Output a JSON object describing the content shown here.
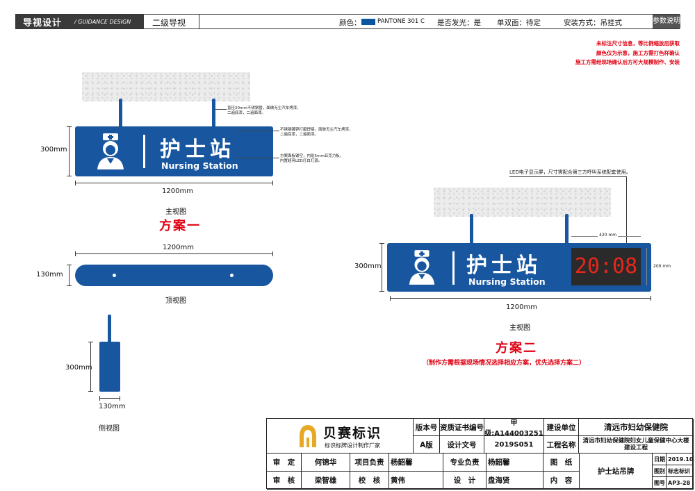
{
  "header": {
    "section": "导视设计",
    "section_en": "/ GUIDANCE DESIGN",
    "level": "二级导视",
    "color_label": "颜色：",
    "color_value": "PANTONE 301 C",
    "lit_label": "是否发光：是",
    "sides_label": "单双面：待定",
    "install_label": "安装方式：吊挂式",
    "params_button": "参数说明"
  },
  "notes": [
    "未标注尺寸信息，等比例缩放后获取",
    "颜色仅为示意，施工方需打色样确认",
    "施工方需经现场确认后方可大规模制作、安装"
  ],
  "sign": {
    "cn": "护士站",
    "en": "Nursing Station",
    "clock": "20:08"
  },
  "annotations": {
    "rod": [
      "直径20mm不锈钢管，面做无尘汽车烤漆，",
      "二遍底漆，二遍面漆。"
    ],
    "frame": [
      "不锈钢镀锌打磨焊接，面做无尘汽车烤漆，",
      "二遍底漆，二遍面漆。"
    ],
    "face": [
      "方案面板镂空，内贴5mm亚克力板，",
      "内置超亮LED灯白灯源。"
    ],
    "led": "LED电子显示屏，尺寸需配合第三方呼叫系统配套使用。"
  },
  "dims": {
    "h300": "300mm",
    "w1200": "1200mm",
    "h130": "130mm",
    "w130": "130mm",
    "w420": "420 mm",
    "h200": "200 mm"
  },
  "captions": {
    "front": "主视图",
    "top": "顶视图",
    "side": "侧视图",
    "front2": "主视图"
  },
  "schemes": {
    "one": "方案一",
    "two": "方案二",
    "two_note": "（制作方需根据现场情况选择相应方案，优先选择方案二）"
  },
  "title_block": {
    "company": "贝赛标识",
    "company_sub": "标识标牌设计制作厂家",
    "version_label": "版本号",
    "version": "A版",
    "cert_label": "资质证书编号",
    "cert_grade": "甲级:A144003251",
    "doc_label": "设计文号",
    "doc_no": "2019S051",
    "unit_label": "建设单位",
    "unit": "清远市妇幼保健院",
    "project_label": "工程名称",
    "project": "清远市妇幼保健院妇女儿童保健中心大楼建设工程",
    "approve_label": "审　定",
    "approve": "何锦华",
    "review_label": "审　核",
    "review": "梁智雄",
    "pm_label": "项目负责",
    "pm": "杨韶馨",
    "check_label": "校　核",
    "check": "黄伟",
    "lead_label": "专业负责",
    "lead": "杨韶馨",
    "design_label": "设　计",
    "design": "盘海贤",
    "drawing_label": "图　纸",
    "content_label": "内　容",
    "content": "护士站吊牌",
    "date_label": "日期",
    "date": "2019.10",
    "type_label": "图别",
    "type": "标志标识",
    "no_label": "图号",
    "no": "AP3-28"
  }
}
